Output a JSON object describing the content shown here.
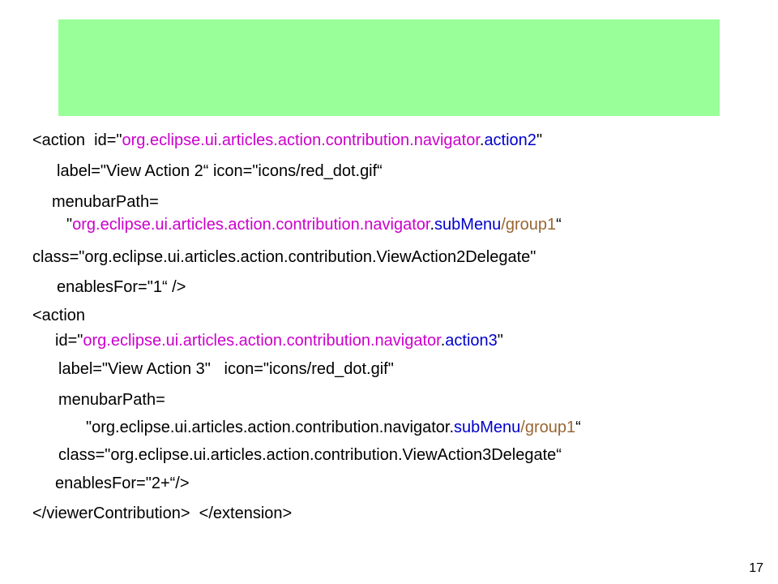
{
  "banner": {
    "color": "#99ff99"
  },
  "colors": {
    "magenta": "#cc00cc",
    "blue": "#0000cc",
    "brown": "#996633",
    "black": "#000000"
  },
  "lines": [
    [
      {
        "t": "<action  id=\"",
        "c": "k"
      },
      {
        "t": "org.eclipse.ui.articles.action.contribution.navigator",
        "c": "m"
      },
      {
        "t": ".",
        "c": "k"
      },
      {
        "t": "action2",
        "c": "b"
      },
      {
        "t": "\"",
        "c": "k"
      }
    ],
    [
      {
        "t": "label=\"View Action 2“ icon=\"icons/red_dot.gif“",
        "c": "k"
      }
    ],
    [
      {
        "t": "menubarPath=",
        "c": "k"
      }
    ],
    [
      {
        "t": "\"",
        "c": "k"
      },
      {
        "t": "org.eclipse.ui.articles.action.contribution.navigator",
        "c": "m"
      },
      {
        "t": ".",
        "c": "k"
      },
      {
        "t": "subMenu",
        "c": "b"
      },
      {
        "t": "/group1",
        "c": "o"
      },
      {
        "t": "“",
        "c": "k"
      }
    ],
    [
      {
        "t": "class=\"org.eclipse.ui.articles.action.contribution.ViewAction2Delegate\"",
        "c": "k"
      }
    ],
    [
      {
        "t": "enablesFor=\"1“ />",
        "c": "k"
      }
    ],
    [
      {
        "t": "<action",
        "c": "k"
      }
    ],
    [
      {
        "t": "id=\"",
        "c": "k"
      },
      {
        "t": "org.eclipse.ui.articles.action.contribution.navigator",
        "c": "m"
      },
      {
        "t": ".",
        "c": "k"
      },
      {
        "t": "action3",
        "c": "b"
      },
      {
        "t": "\"",
        "c": "k"
      }
    ],
    [
      {
        "t": "label=\"View Action 3\"   icon=\"icons/red_dot.gif\"",
        "c": "k"
      }
    ],
    [
      {
        "t": "menubarPath=",
        "c": "k"
      }
    ],
    [
      {
        "t": "\"org.eclipse.ui.articles.action.contribution.navigator.",
        "c": "k"
      },
      {
        "t": "subMenu",
        "c": "b"
      },
      {
        "t": "/group1",
        "c": "o"
      },
      {
        "t": "“",
        "c": "k"
      }
    ],
    [
      {
        "t": "class=\"org.eclipse.ui.articles.action.contribution.ViewAction3Delegate“",
        "c": "k"
      }
    ],
    [
      {
        "t": "enablesFor=\"2+“/>",
        "c": "k"
      }
    ],
    [
      {
        "t": "</viewerContribution>  </extension>",
        "c": "k"
      }
    ]
  ],
  "page_number": "17"
}
